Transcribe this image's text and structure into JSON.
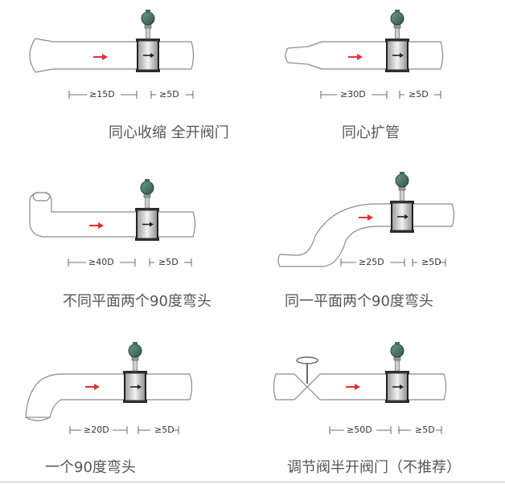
{
  "panels": [
    {
      "caption": "同心收缩 全开阀门",
      "upstream": "≥15D",
      "downstream": "≥5D"
    },
    {
      "caption": "同心扩管",
      "upstream": "≥30D",
      "downstream": "≥5D"
    },
    {
      "caption": "不同平面两个90度弯头",
      "upstream": "≥40D",
      "downstream": "≥5D"
    },
    {
      "caption": "同一平面两个90度弯头",
      "upstream": "≥25D",
      "downstream": "≥5D"
    },
    {
      "caption": "一个90度弯头",
      "upstream": "≥20D",
      "downstream": "≥5D"
    },
    {
      "caption": "调节阀半开阀门（不推荐）",
      "upstream": "≥50D",
      "downstream": "≥5D"
    }
  ],
  "colors": {
    "flow_arrow": "#e03030",
    "meter_head": "#3f6f5f",
    "pipe_line": "#8a8a8a"
  },
  "icons": [
    "flowmeter-icon",
    "flow-arrow-icon",
    "valve-handwheel-icon"
  ]
}
